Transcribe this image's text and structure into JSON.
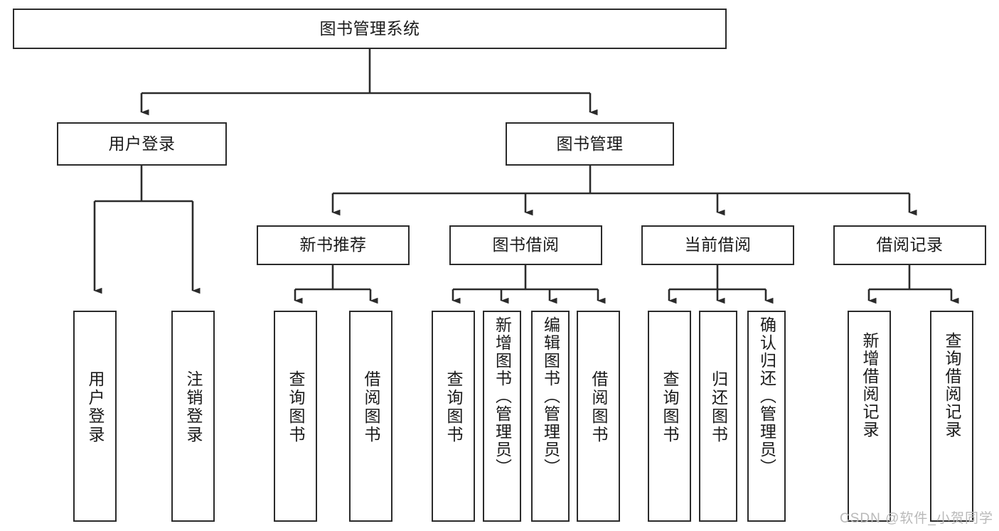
{
  "diagram": {
    "title": "图书管理系统",
    "type": "tree-hierarchy-diagram",
    "colors": {
      "background": "#ffffff",
      "node_border": "#2b2b2b",
      "node_fill": "#ffffff",
      "edge": "#2b2b2b",
      "text": "#1a1a1a",
      "watermark": "#b9b9b9"
    },
    "root": {
      "label": "图书管理系统"
    },
    "level2": [
      {
        "id": "user-login",
        "label": "用户登录"
      },
      {
        "id": "book-manage",
        "label": "图书管理"
      }
    ],
    "level3": [
      {
        "id": "new-book-recommend",
        "label": "新书推荐"
      },
      {
        "id": "book-borrow",
        "label": "图书借阅"
      },
      {
        "id": "current-borrow",
        "label": "当前借阅"
      },
      {
        "id": "borrow-record",
        "label": "借阅记录"
      }
    ],
    "leaves": {
      "user_login": [
        {
          "id": "leaf-user-login",
          "label": "用户登录"
        },
        {
          "id": "leaf-logout-login",
          "label": "注销登录"
        }
      ],
      "new_book_recommend": [
        {
          "id": "leaf-query-book-1",
          "label": "查询图书"
        },
        {
          "id": "leaf-borrow-book-1",
          "label": "借阅图书"
        }
      ],
      "book_borrow": [
        {
          "id": "leaf-query-book-2",
          "label": "查询图书"
        },
        {
          "id": "leaf-add-book",
          "label": "新增图书（管理员）"
        },
        {
          "id": "leaf-edit-book",
          "label": "编辑图书（管理员）"
        },
        {
          "id": "leaf-borrow-book-2",
          "label": "借阅图书"
        }
      ],
      "current_borrow": [
        {
          "id": "leaf-query-book-3",
          "label": "查询图书"
        },
        {
          "id": "leaf-return-book",
          "label": "归还图书"
        },
        {
          "id": "leaf-confirm-return",
          "label": "确认归还（管理员）"
        }
      ],
      "borrow_record": [
        {
          "id": "leaf-add-record",
          "label": "新增借阅记录"
        },
        {
          "id": "leaf-query-record",
          "label": "查询借阅记录"
        }
      ]
    }
  },
  "watermark": {
    "text": "CSDN @软件_小贺同学"
  }
}
